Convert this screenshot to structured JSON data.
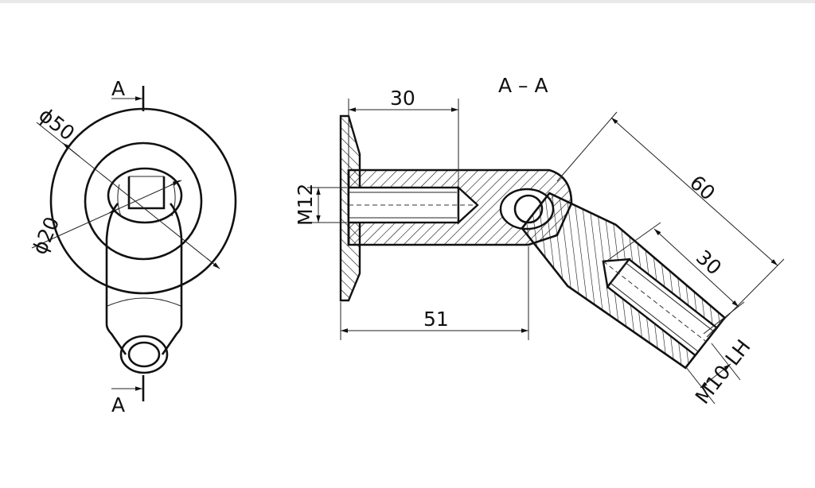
{
  "drawing": {
    "section_marker_top": "A",
    "section_marker_bottom": "A",
    "section_title": "A – A",
    "dim_outer_diameter": "ϕ50",
    "dim_inner_diameter": "ϕ20",
    "dim_flange_to_shank": "30",
    "dim_thread_left": "M12",
    "dim_overall_straight": "51",
    "dim_angled_length": "60",
    "dim_angled_thread_depth": "30",
    "dim_thread_right": "M10 LH"
  }
}
